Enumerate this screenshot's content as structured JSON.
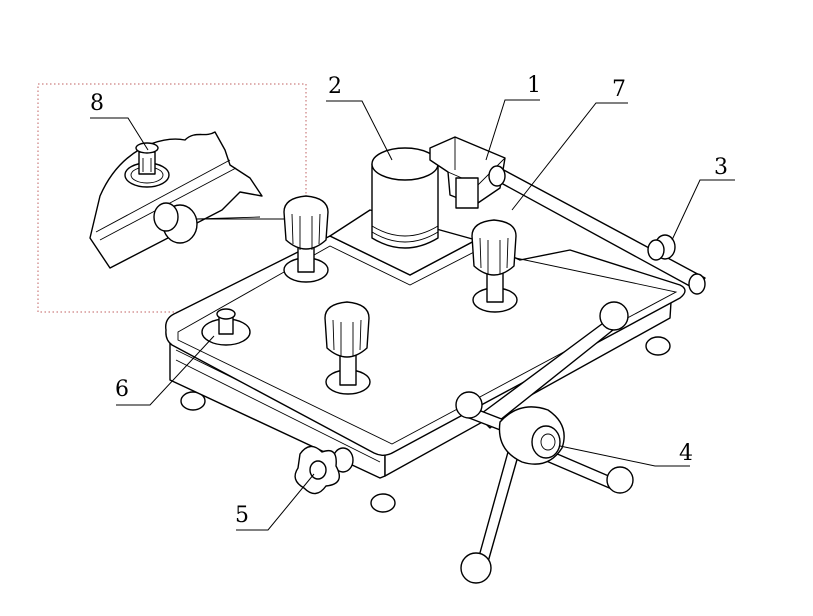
{
  "callouts": [
    {
      "id": "1",
      "label": "1"
    },
    {
      "id": "2",
      "label": "2"
    },
    {
      "id": "3",
      "label": "3"
    },
    {
      "id": "4",
      "label": "4"
    },
    {
      "id": "5",
      "label": "5"
    },
    {
      "id": "6",
      "label": "6"
    },
    {
      "id": "7",
      "label": "7"
    },
    {
      "id": "8",
      "label": "8"
    }
  ],
  "colors": {
    "ink": "#000000",
    "inset_border": "#c06060",
    "background": "#ffffff"
  }
}
